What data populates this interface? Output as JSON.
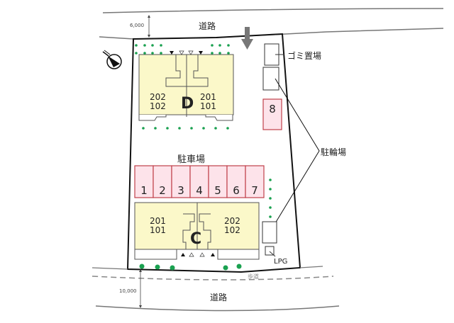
{
  "roads": {
    "north": {
      "label": "道路",
      "width": "6,000"
    },
    "south": {
      "label": "道路",
      "width": "10,000",
      "sidewalk": "歩道"
    }
  },
  "facilities": {
    "garbage": "ゴミ置場",
    "bicycle": "駐輪場",
    "parking": "駐車場",
    "lpg": "LPG"
  },
  "buildings": [
    {
      "name": "D",
      "left_units": [
        "202",
        "102"
      ],
      "right_units": [
        "201",
        "101"
      ]
    },
    {
      "name": "C",
      "left_units": [
        "201",
        "101"
      ],
      "right_units": [
        "202",
        "102"
      ]
    }
  ],
  "parking_spaces": [
    "1",
    "2",
    "3",
    "4",
    "5",
    "6",
    "7"
  ],
  "extra_space": "8",
  "icons": {
    "compass": "north-compass-icon",
    "entrance": "entrance-arrow-icon"
  },
  "colors": {
    "building": "#fbf8c9",
    "parking_fill": "#fde3ea",
    "parking_stroke": "#c0404a",
    "tree": "#1aa150",
    "arrow": "#777777"
  }
}
